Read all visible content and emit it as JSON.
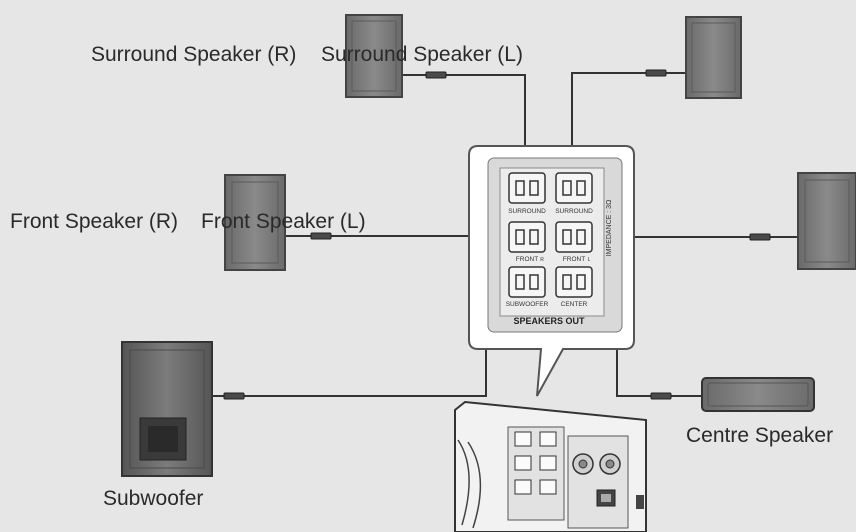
{
  "labels": {
    "surround_right": "Surround Speaker (R)",
    "surround_left": "Surround Speaker (L)",
    "front_right": "Front Speaker (R)",
    "front_left": "Front Speaker (L)",
    "subwoofer": "Subwoofer",
    "centre": "Centre Speaker"
  },
  "panel": {
    "terminals": {
      "surround_r": "SURROUND",
      "surround_l": "SURROUND",
      "front_r": "FRONT",
      "front_l": "FRONT",
      "subwoofer": "SUBWOOFER",
      "center": "CENTER"
    },
    "channel_r": "R",
    "channel_l": "L",
    "impedance": "IMPEDANCE : 3Ω",
    "title": "SPEAKERS OUT"
  },
  "colors": {
    "background": "#e6e6e6",
    "speaker_body": "#7a7a7a",
    "speaker_cone": "#5c5c5c",
    "wire": "#333333",
    "callout_border": "#555555"
  }
}
